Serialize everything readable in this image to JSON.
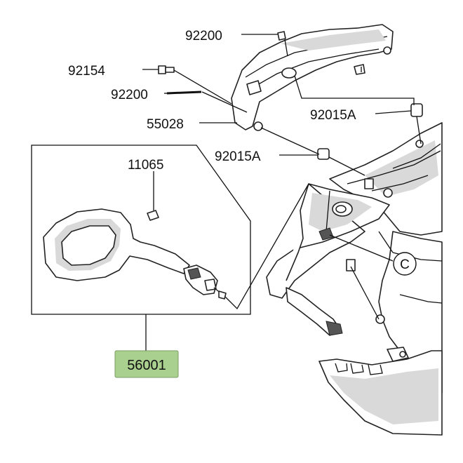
{
  "diagram": {
    "highlight_color": "#a9d08e",
    "labels": {
      "p92200_top": "92200",
      "p92154": "92154",
      "p92200_mid": "92200",
      "p55028": "55028",
      "p92015a_right": "92015A",
      "p92015a_mid": "92015A",
      "p11065": "11065",
      "p56001": "56001",
      "callout_c": "C"
    }
  }
}
